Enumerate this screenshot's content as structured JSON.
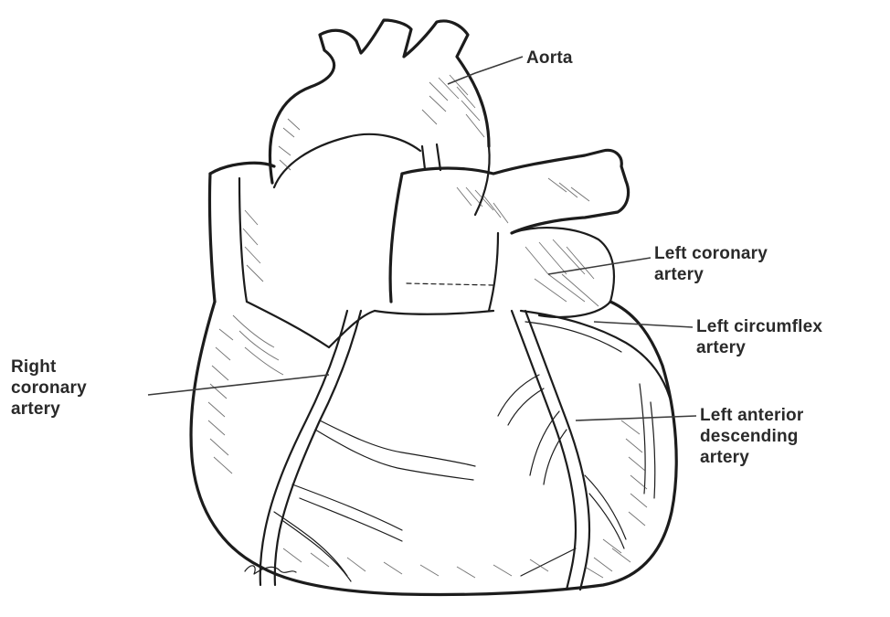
{
  "diagram": {
    "labels": {
      "aorta": "Aorta",
      "left_coronary_line1": "Left coronary",
      "left_coronary_line2": "artery",
      "left_circumflex_line1": "Left circumflex",
      "left_circumflex_line2": "artery",
      "right_coronary_line1": "Right",
      "right_coronary_line2": "coronary",
      "right_coronary_line3": "artery",
      "lad_line1": "Left anterior",
      "lad_line2": "descending",
      "lad_line3": "artery"
    },
    "colors": {
      "ink": "#1c1c1c",
      "background": "#ffffff",
      "label_text": "#2a2a2a"
    }
  }
}
